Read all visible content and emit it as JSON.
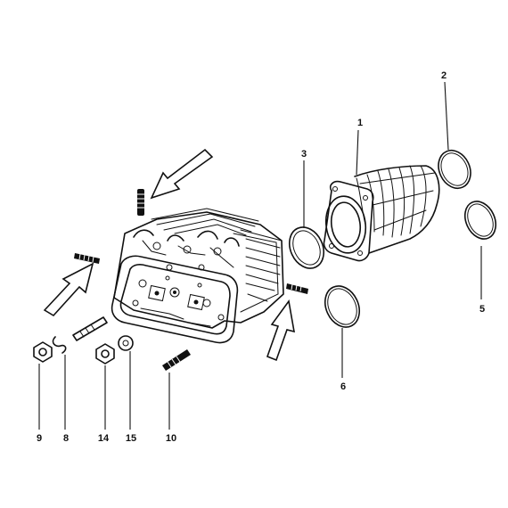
{
  "callouts": {
    "c1": "1",
    "c2": "2",
    "c3": "3",
    "c5": "5",
    "c6": "6",
    "c8": "8",
    "c9": "9",
    "c10": "10",
    "c14": "14",
    "c15": "15"
  },
  "colors": {
    "ink": "#111111",
    "paper": "#ffffff"
  }
}
